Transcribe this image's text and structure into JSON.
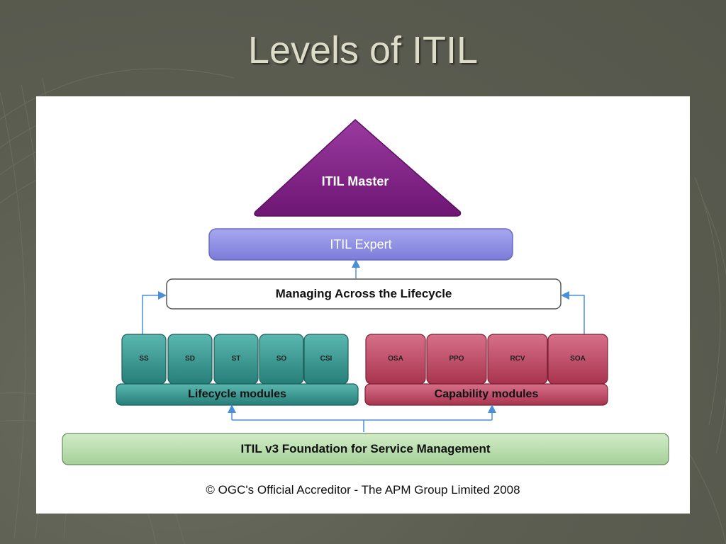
{
  "slide": {
    "title": "Levels of ITIL"
  },
  "diagram": {
    "master": "ITIL Master",
    "expert": "ITIL Expert",
    "malc": "Managing Across the Lifecycle",
    "lifecycle_cells": [
      "SS",
      "SD",
      "ST",
      "SO",
      "CSI"
    ],
    "capability_cells": [
      "OSA",
      "PPO",
      "RCV",
      "SOA"
    ],
    "lifecycle_label": "Lifecycle modules",
    "capability_label": "Capability modules",
    "foundation": "ITIL v3 Foundation for Service Management",
    "copyright": "© OGC's Official Accreditor - The APM Group Limited 2008"
  },
  "colors": {
    "master": "#7a1c80",
    "expert": "#8e8ee6",
    "lifecycle": "#2e8e88",
    "capability": "#b84660",
    "foundation": "#b8dcb0",
    "arrow": "#4a90d9"
  }
}
